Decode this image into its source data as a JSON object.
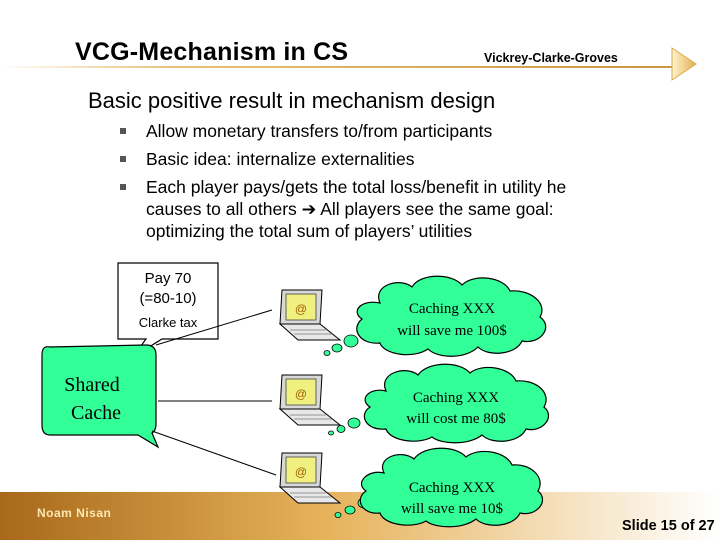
{
  "header": {
    "title": "VCG-Mechanism in CS",
    "subtitle": "Vickrey-Clarke-Groves"
  },
  "heading": "Basic positive result in mechanism design",
  "bullets": [
    "Allow monetary transfers to/from participants",
    "Basic idea: internalize externalities",
    "Each player pays/gets the total loss/benefit in utility he causes to all others ➔ All players see the same goal: optimizing the total sum of players’ utilities"
  ],
  "bullet_3": {
    "line1": "Each player pays/gets the total loss/benefit in utility he",
    "line2_a": "causes to all others ",
    "arrow": "➔",
    "line2_b": " All players see the same goal:",
    "line3": "optimizing the total sum of players’ utilities"
  },
  "callout": {
    "line1": "Pay 70",
    "line2": "(=80-10)",
    "line3": "Clarke tax"
  },
  "cache": {
    "line1": "Shared",
    "line2": "Cache"
  },
  "players": [
    {
      "line1": "Caching XXX",
      "line2": "will save me 100$",
      "icon_glyph": "@"
    },
    {
      "line1": "Caching XXX",
      "line2": "will cost me 80$",
      "icon_glyph": "@"
    },
    {
      "line1": "Caching XXX",
      "line2": "will save me 10$",
      "icon_glyph": "@"
    }
  ],
  "footer": {
    "author": "Noam Nisan",
    "slide": "Slide 15 of 27"
  },
  "colors": {
    "cloud_fill": "#33ff99",
    "bubble_fill": "#33ff99",
    "accent": "#f2c15a",
    "footer": "#b7791f"
  },
  "icons": [
    "arrow-right-icon",
    "laptop-icon",
    "thought-cloud-icon",
    "speech-bubble-icon",
    "play-triangle-icon"
  ]
}
